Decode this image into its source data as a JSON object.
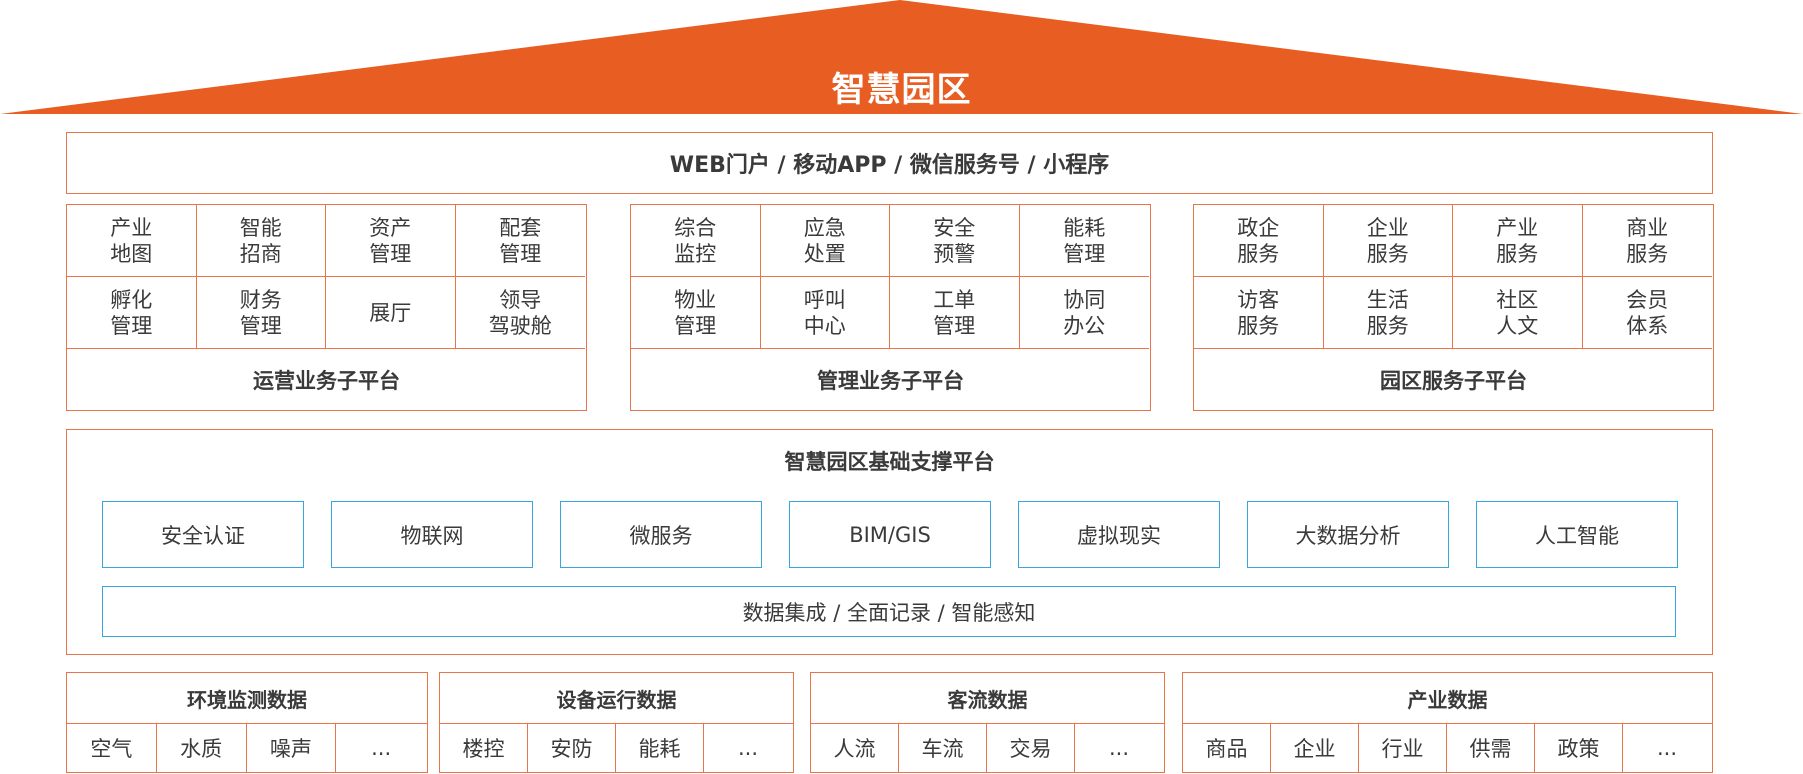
{
  "title": "智慧园区",
  "portal": "WEB门户 / 移动APP / 微信服务号 / 小程序",
  "subplatforms": [
    {
      "label": "运营业务子平台",
      "cells": [
        "产业\n地图",
        "智能\n招商",
        "资产\n管理",
        "配套\n管理",
        "孵化\n管理",
        "财务\n管理",
        "展厅",
        "领导\n驾驶舱"
      ]
    },
    {
      "label": "管理业务子平台",
      "cells": [
        "综合\n监控",
        "应急\n处置",
        "安全\n预警",
        "能耗\n管理",
        "物业\n管理",
        "呼叫\n中心",
        "工单\n管理",
        "协同\n办公"
      ]
    },
    {
      "label": "园区服务子平台",
      "cells": [
        "政企\n服务",
        "企业\n服务",
        "产业\n服务",
        "商业\n服务",
        "访客\n服务",
        "生活\n服务",
        "社区\n人文",
        "会员\n体系"
      ]
    }
  ],
  "foundation": {
    "title": "智慧园区基础支撑平台",
    "items": [
      "安全认证",
      "物联网",
      "微服务",
      "BIM/GIS",
      "虚拟现实",
      "大数据分析",
      "人工智能"
    ],
    "bottom": "数据集成 / 全面记录 / 智能感知"
  },
  "data_groups": [
    {
      "title": "环境监测数据",
      "items": [
        "空气",
        "水质",
        "噪声",
        "..."
      ]
    },
    {
      "title": "设备运行数据",
      "items": [
        "楼控",
        "安防",
        "能耗",
        "..."
      ]
    },
    {
      "title": "客流数据",
      "items": [
        "人流",
        "车流",
        "交易",
        "..."
      ]
    },
    {
      "title": "产业数据",
      "items": [
        "商品",
        "企业",
        "行业",
        "供需",
        "政策",
        "..."
      ]
    }
  ],
  "colors": {
    "accent": "#e85d22",
    "border": "#e8764a",
    "blue": "#35a6df",
    "text": "#3a3a3a"
  }
}
